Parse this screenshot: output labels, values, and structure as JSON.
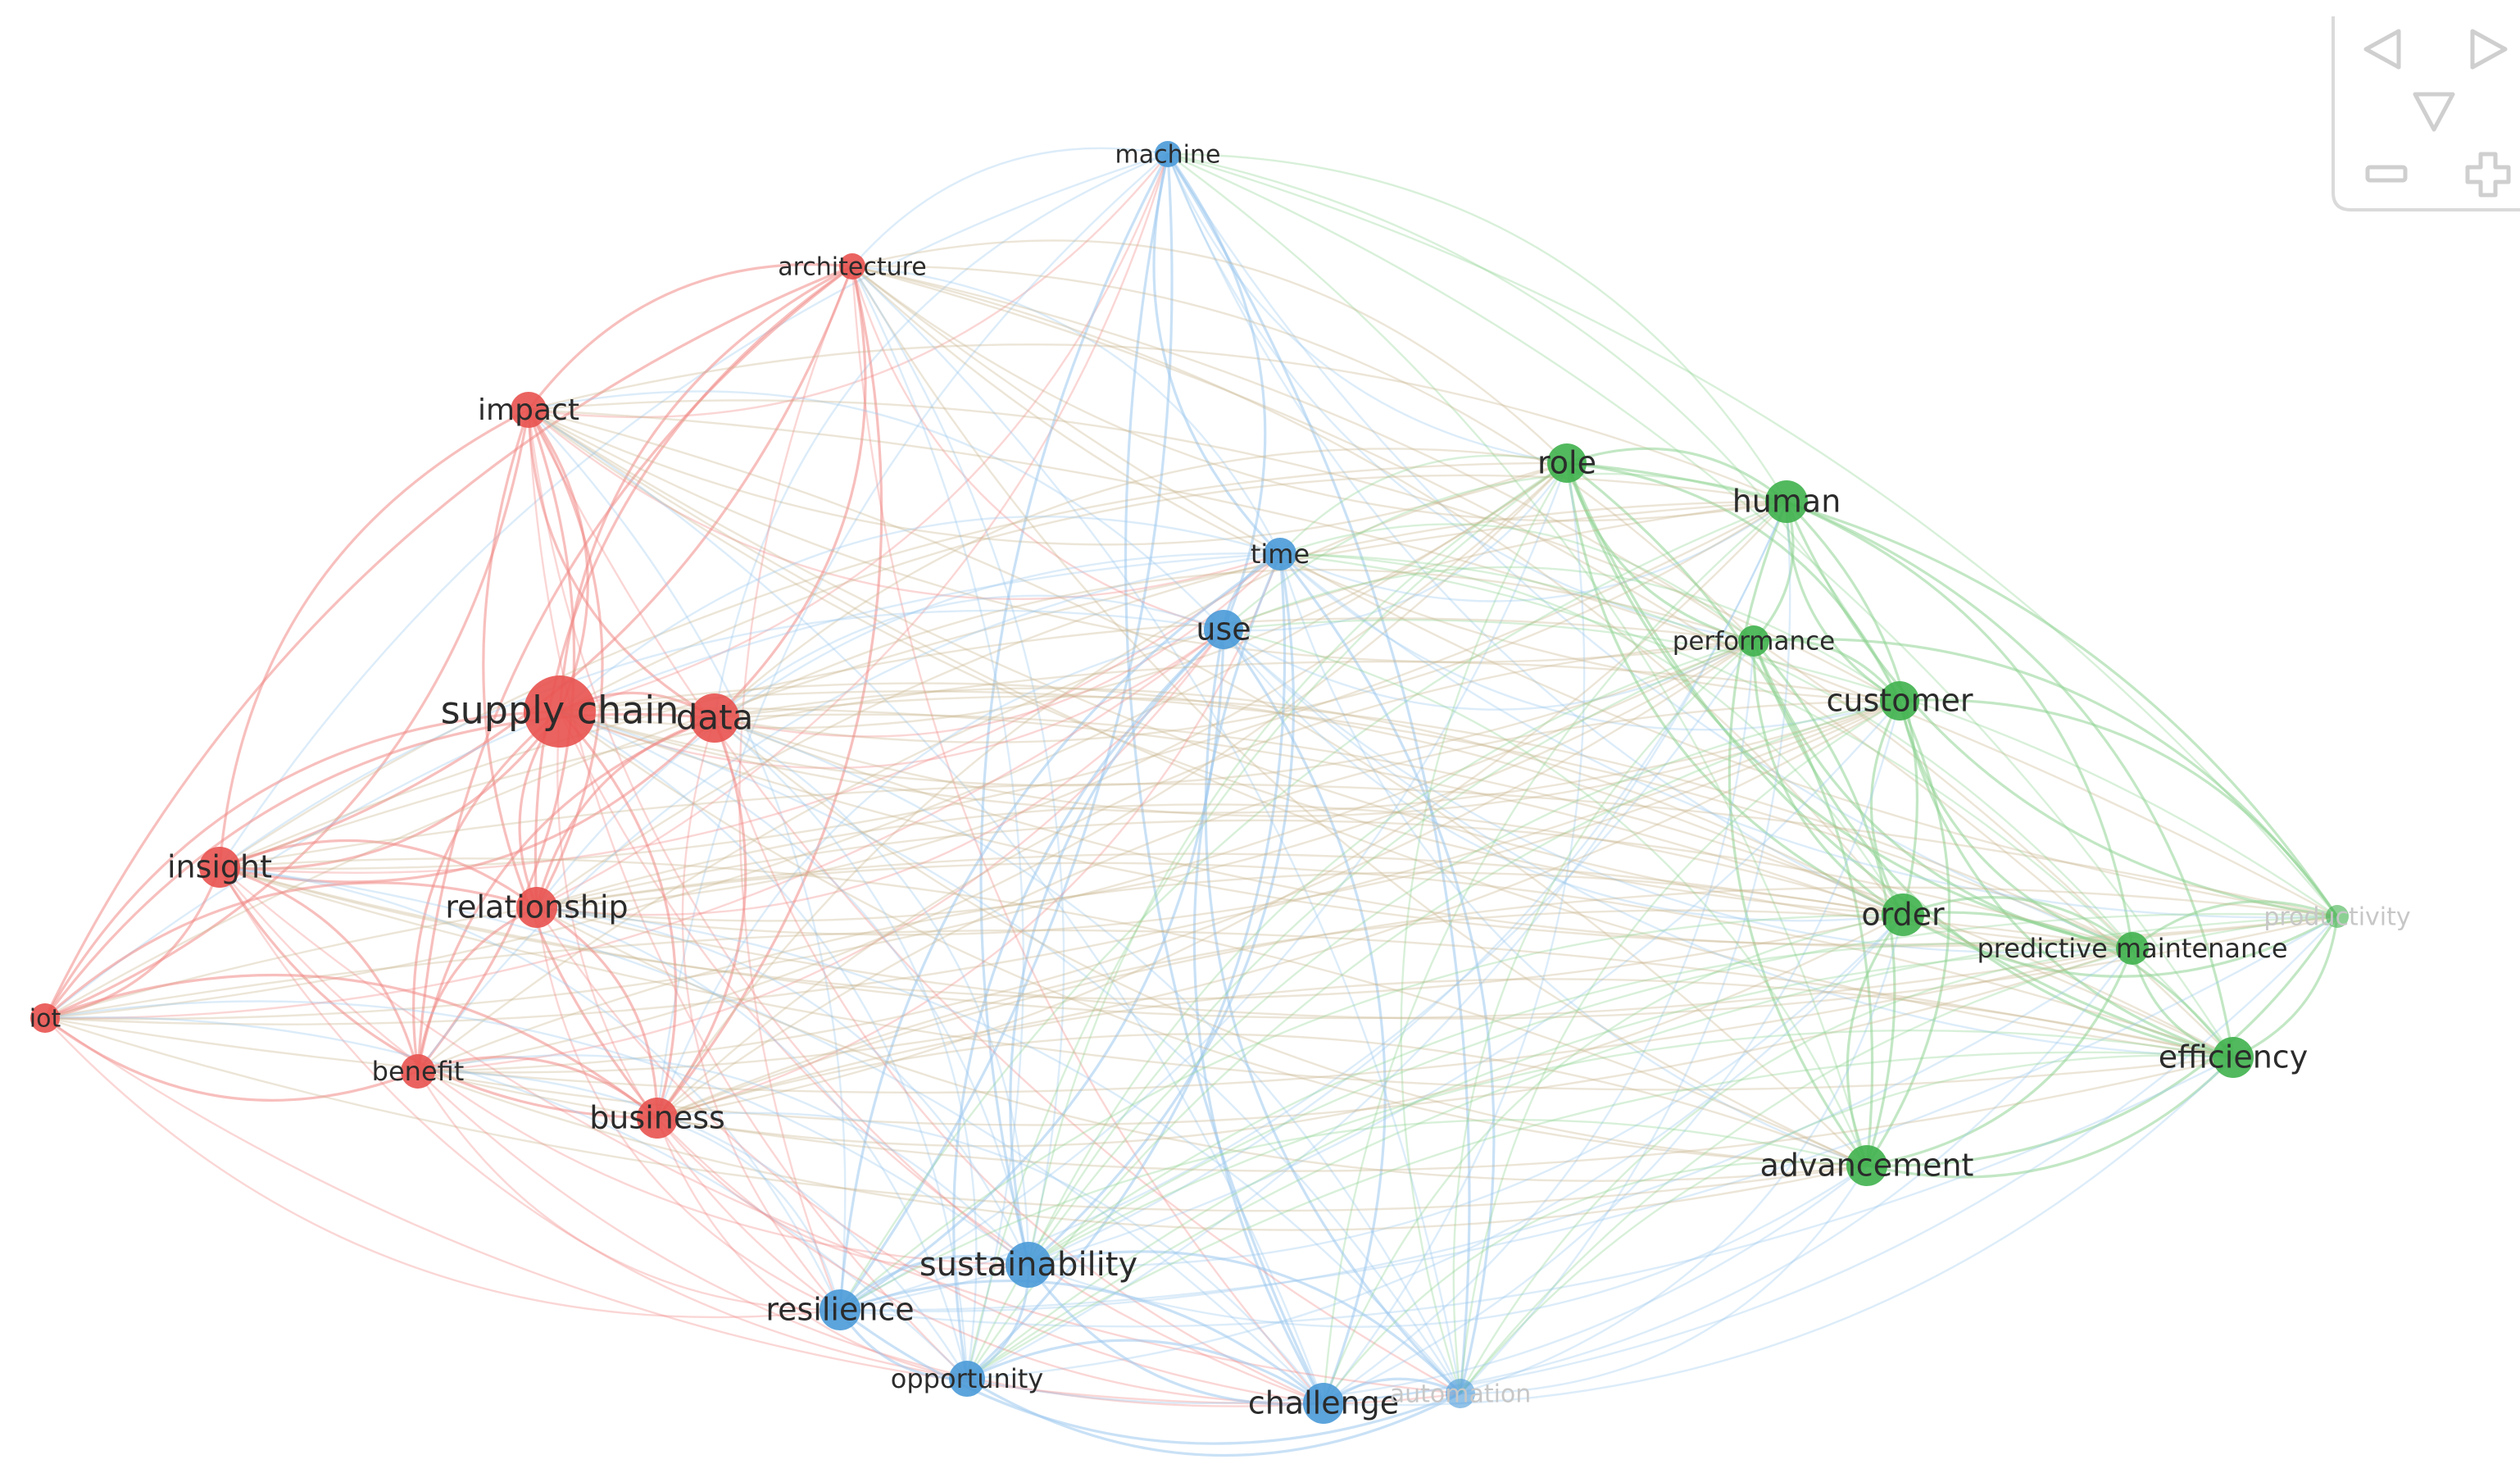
{
  "colors": {
    "cluster_red": "#e8524f",
    "cluster_blue": "#4a9ad8",
    "cluster_green": "#3fb14c",
    "edge_red": "#f08a86",
    "edge_blue": "#9cc8ee",
    "edge_green": "#8fd393",
    "edge_mixed": "#c9b58c",
    "control_gray": "#cfcfcf"
  },
  "controls": [
    {
      "name": "pan-left-icon",
      "icon": "triangle-left"
    },
    {
      "name": "pan-right-icon",
      "icon": "triangle-right"
    },
    {
      "name": "pan-down-icon",
      "icon": "triangle-down"
    },
    {
      "name": "zoom-out-icon",
      "icon": "minus"
    },
    {
      "name": "zoom-in-icon",
      "icon": "plus"
    }
  ],
  "nodes": [
    {
      "id": "machine",
      "label": "machine",
      "cluster": "blue"
    },
    {
      "id": "architecture",
      "label": "architecture",
      "cluster": "red"
    },
    {
      "id": "impact",
      "label": "impact",
      "cluster": "red"
    },
    {
      "id": "role",
      "label": "role",
      "cluster": "green"
    },
    {
      "id": "human",
      "label": "human",
      "cluster": "green"
    },
    {
      "id": "time",
      "label": "time",
      "cluster": "blue"
    },
    {
      "id": "use",
      "label": "use",
      "cluster": "blue"
    },
    {
      "id": "performance",
      "label": "performance",
      "cluster": "green"
    },
    {
      "id": "supply_chain",
      "label": "supply chain",
      "cluster": "red"
    },
    {
      "id": "data",
      "label": "data",
      "cluster": "red"
    },
    {
      "id": "customer",
      "label": "customer",
      "cluster": "green"
    },
    {
      "id": "insight",
      "label": "insight",
      "cluster": "red"
    },
    {
      "id": "relationship",
      "label": "relationship",
      "cluster": "red"
    },
    {
      "id": "order",
      "label": "order",
      "cluster": "green"
    },
    {
      "id": "productivity",
      "label": "productivity",
      "cluster": "green"
    },
    {
      "id": "predictive_maintenance",
      "label": "predictive maintenance",
      "cluster": "green"
    },
    {
      "id": "iot",
      "label": "iot",
      "cluster": "red"
    },
    {
      "id": "efficiency",
      "label": "efficiency",
      "cluster": "green"
    },
    {
      "id": "benefit",
      "label": "benefit",
      "cluster": "red"
    },
    {
      "id": "business",
      "label": "business",
      "cluster": "red"
    },
    {
      "id": "advancement",
      "label": "advancement",
      "cluster": "green"
    },
    {
      "id": "sustainability",
      "label": "sustainability",
      "cluster": "blue"
    },
    {
      "id": "resilience",
      "label": "resilience",
      "cluster": "blue"
    },
    {
      "id": "opportunity",
      "label": "opportunity",
      "cluster": "blue"
    },
    {
      "id": "challenge",
      "label": "challenge",
      "cluster": "blue"
    },
    {
      "id": "automation",
      "label": "automation",
      "cluster": "blue"
    }
  ]
}
